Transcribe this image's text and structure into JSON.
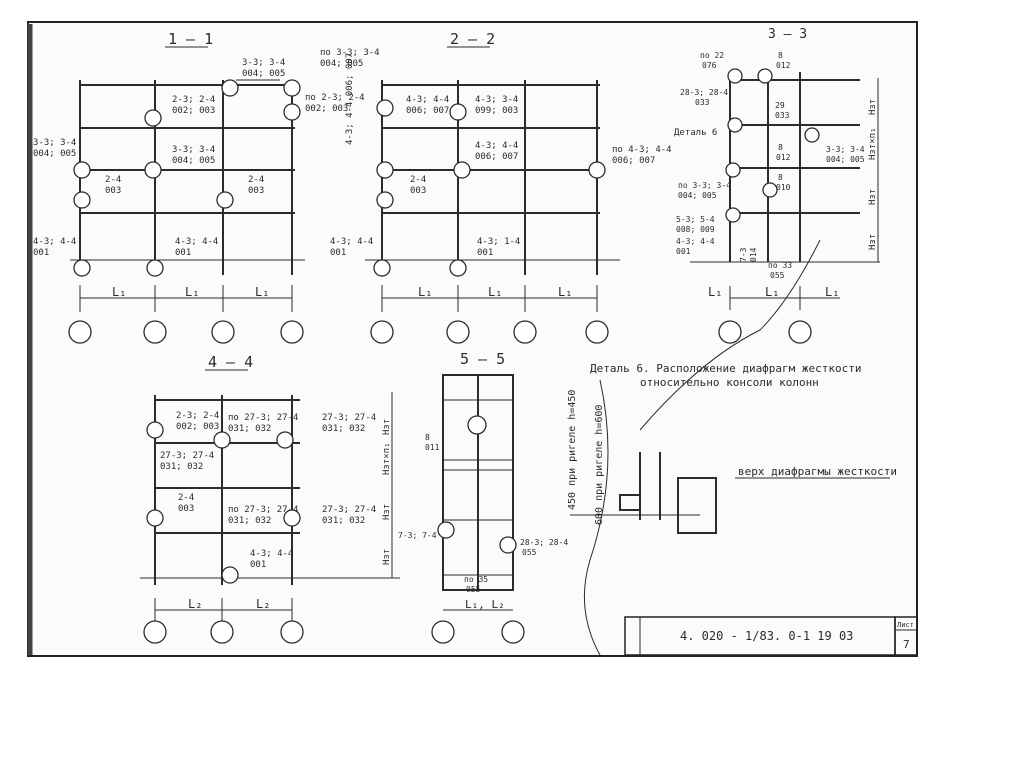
{
  "sections": {
    "s11": "1 — 1",
    "s22": "2 — 2",
    "s33": "3 — 3",
    "s44": "4 — 4",
    "s55": "5 — 5"
  },
  "labels": {
    "a1_top_a": "3-3; 3-4",
    "a1_top_b": "004; 005",
    "a1_top2_a": "по 3-3; 3-4",
    "a1_top2_b": "004; 005",
    "a1_m1_a": "2-3; 2-4",
    "a1_m1_b": "002; 003",
    "a1_m2_a": "по 2-3; 2-4",
    "a1_m2_b": "002; 003",
    "a1_left_a": "3-3; 3-4",
    "a1_left_b": "004; 005",
    "a1_m3_a": "3-3; 3-4",
    "a1_m3_b": "004; 005",
    "a1_24a": "2-4",
    "a1_24a_b": "003",
    "a1_24b": "2-4",
    "a1_24b_b": "003",
    "a1_bot_l": "4-3; 4-4",
    "a1_bot_l_b": "001",
    "a1_bot_r": "4-3; 4-4",
    "a1_bot_r_b": "001",
    "b_r1_a": "4-3; 4-4",
    "b_r1_b": "006; 007",
    "b_r2_a": "4-3; 3-4",
    "b_r2_b": "099; 003",
    "b_vert": "4-3; 4-4 006; 007",
    "b_r3_a": "4-3; 4-4",
    "b_r3_b": "006; 007",
    "b_r4_a": "по 4-3; 4-4",
    "b_r4_b": "006; 007",
    "b_24": "2-4",
    "b_24_b": "003",
    "b_bl_a": "4-3; 4-4",
    "b_bl_b": "001",
    "b_br_a": "4-3; 1-4",
    "b_br_b": "001",
    "c_po22": "по 22",
    "c_076": "076",
    "c_8a": "8",
    "c_012": "012",
    "c_28": "28-3; 28-4",
    "c_033a": "033",
    "c_29": "29",
    "c_033b": "033",
    "c_det": "Деталь 6",
    "c_8b": "8",
    "c_012b": "012",
    "c_r_a": "3-3; 3-4",
    "c_r_b": "004; 005",
    "c_po33": "по 3-3; 3-4",
    "c_004": "004; 005",
    "c_8c": "8",
    "c_010": "010",
    "c_53": "5-3; 5-4",
    "c_008": "008; 009",
    "c_43": "4-3; 4-4",
    "c_001": "001",
    "c_73": "7-3",
    "c_014": "014",
    "c_po55": "по 33",
    "c_055": "055",
    "h_nzt": "Нзт",
    "h_nztn": "Нзт×п₁",
    "d_m1_a": "2-3; 2-4",
    "d_m1_b": "002; 003",
    "d_m2_a": "по 27-3; 27-4",
    "d_m2_b": "031; 032",
    "d_m3_a": "27-3; 27-4",
    "d_m3_b": "031; 032",
    "d_m4_a": "27-3; 27-4",
    "d_m4_b": "031; 032",
    "d_24": "2-4",
    "d_24_b": "003",
    "d_m5_a": "по 27-3; 27-4",
    "d_m5_b": "031; 032",
    "d_m6_a": "27-3; 27-4",
    "d_m6_b": "031; 032",
    "d_bot_a": "4-3; 4-4",
    "d_bot_b": "001",
    "e_8": "8",
    "e_011": "011",
    "e_73": "7-3; 7-4",
    "e_28": "28-3; 28-4",
    "e_055": "055",
    "e_po35": "по 35",
    "e_055b": "055",
    "spans": {
      "L1": "L₁",
      "L2": "L₂",
      "L12": "L₁, L₂"
    },
    "detail_title_1": "Деталь 6. Расположение диафрагм жесткости",
    "detail_title_2": "относительно консоли колонн",
    "detail_top": "верх диафрагмы жесткости",
    "detail_v1": "450  при ригеле h=450",
    "detail_v2": "600  при ригеле h=600",
    "stamp": "4. 020 - 1/83. 0-1  19 03",
    "stamp_sheet": "Лист",
    "stamp_no": "7"
  }
}
